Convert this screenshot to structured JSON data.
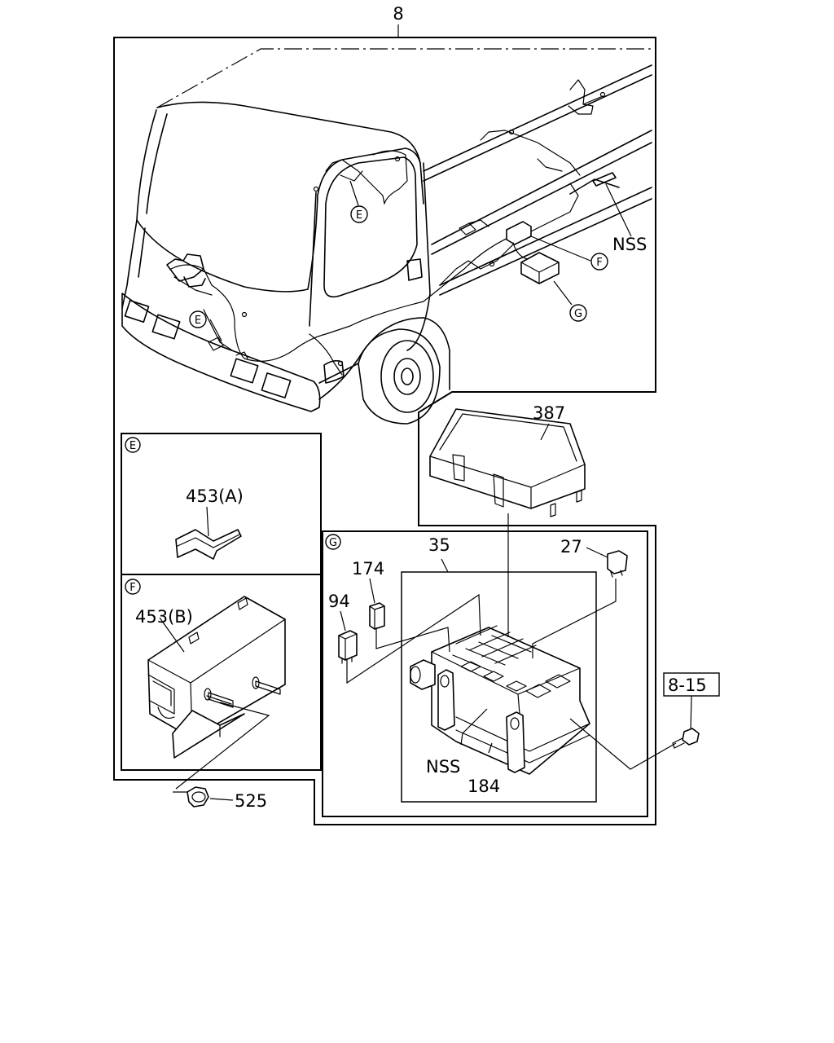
{
  "labels": {
    "main": "8",
    "nss_top": "NSS",
    "cover": "387",
    "fusebox_assembly": "35",
    "fuse": "27",
    "relay_small": "174",
    "relay": "94",
    "bolt_ref": "8-15",
    "nss_bottom": "NSS",
    "fusebox_base": "184",
    "nut": "525",
    "protector_a": "453(A)",
    "protector_b": "453(B)"
  },
  "callouts": {
    "e": "E",
    "f": "F",
    "g": "G"
  }
}
